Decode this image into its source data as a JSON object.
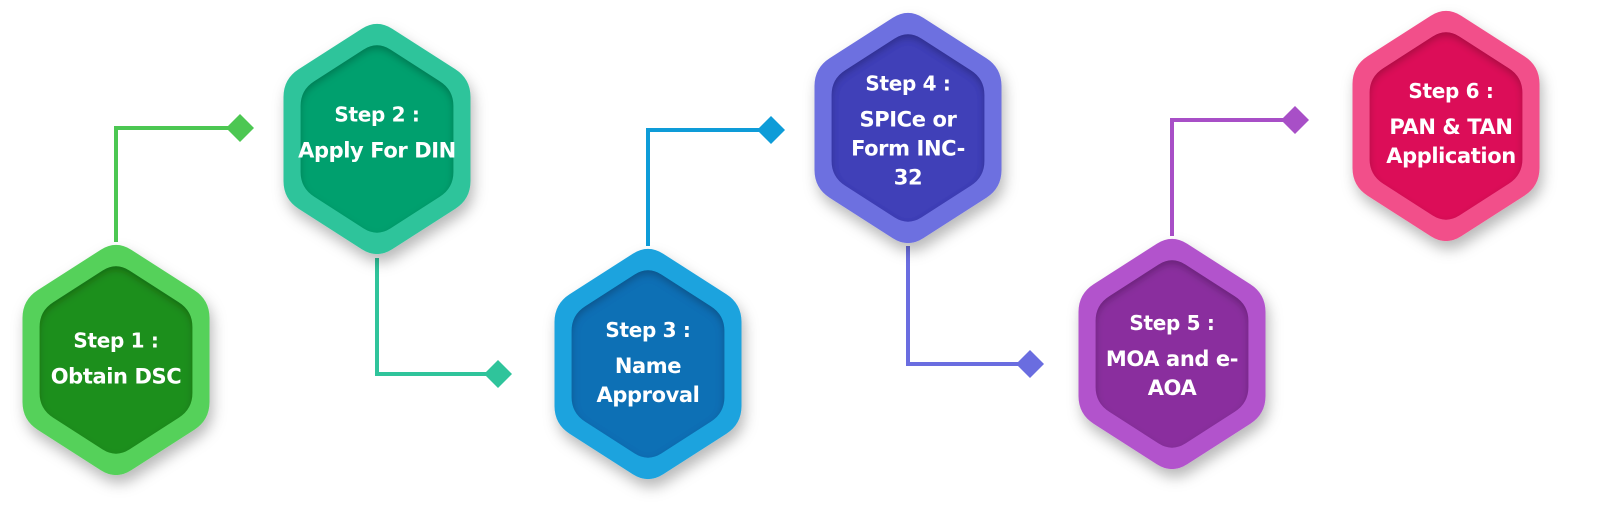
{
  "diagram": {
    "type": "process-flow",
    "steps": [
      {
        "id": 1,
        "title": "Step 1 :",
        "description": "Obtain DSC",
        "outer_color": "#55d15a",
        "inner_color": "#1f8f1c",
        "line_color": "#4cc752"
      },
      {
        "id": 2,
        "title": "Step 2 :",
        "description": "Apply For DIN",
        "outer_color": "#2fc49b",
        "inner_color": "#00a06e",
        "line_color": "#2fc49b"
      },
      {
        "id": 3,
        "title": "Step 3  :",
        "description": "Name Approval",
        "outer_color": "#1aa3de",
        "inner_color": "#0b6fb5",
        "line_color": "#0e9cd8"
      },
      {
        "id": 4,
        "title": "Step 4 :",
        "description": "SPICe or Form INC-32",
        "outer_color": "#6d6fe0",
        "inner_color": "#3f3fb8",
        "line_color": "#6a6de0"
      },
      {
        "id": 5,
        "title": "Step 5 :",
        "description": "MOA and e-AOA",
        "outer_color": "#b253cc",
        "inner_color": "#8a2f9e",
        "line_color": "#a84fc7"
      },
      {
        "id": 6,
        "title": "Step 6 :",
        "description": "PAN & TAN Application",
        "outer_color": "#f2508a",
        "inner_color": "#dc0b58",
        "line_color": "#ea3f7e"
      }
    ],
    "connectors": [
      {
        "from": 1,
        "to": 2
      },
      {
        "from": 2,
        "to": 3
      },
      {
        "from": 3,
        "to": 4
      },
      {
        "from": 4,
        "to": 5
      },
      {
        "from": 5,
        "to": 6
      }
    ]
  }
}
